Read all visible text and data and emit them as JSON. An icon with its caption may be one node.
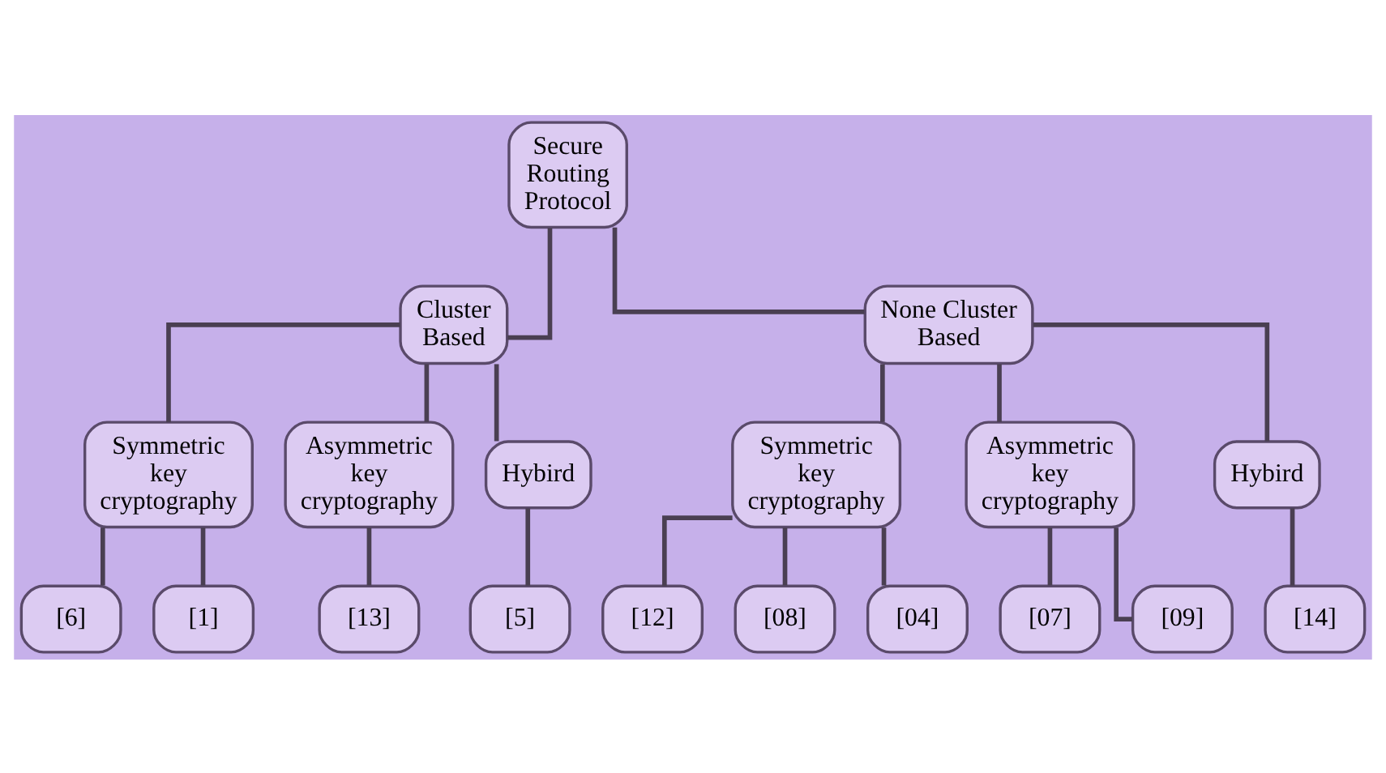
{
  "diagram": {
    "nodes": [
      {
        "text": [
          "Secure Routing Protocol"
        ]
      },
      {
        "text": [
          "Cluster Based"
        ]
      },
      {
        "text": [
          "None Cluster Based"
        ]
      },
      {
        "text": [
          "Symmetric key cryptography"
        ]
      },
      {
        "text": [
          "Asymmetric key cryptography"
        ]
      },
      {
        "text": [
          "Hybird"
        ]
      },
      {
        "text": [
          "Symmetric key cryptography"
        ]
      },
      {
        "text": [
          "Asymmetric key cryptography"
        ]
      },
      {
        "text": [
          "Hybird"
        ]
      },
      {
        "text": [
          "[6]"
        ]
      },
      {
        "text": [
          "[1]"
        ]
      },
      {
        "text": [
          "[13]"
        ]
      },
      {
        "text": [
          "[5]"
        ]
      },
      {
        "text": [
          "[12]"
        ]
      },
      {
        "text": [
          "[08]"
        ]
      },
      {
        "text": [
          "[04]"
        ]
      },
      {
        "text": [
          "[07]"
        ]
      },
      {
        "text": [
          "[09]"
        ]
      },
      {
        "text": [
          "[14]"
        ]
      }
    ],
    "edges": [
      {
        "from": 0,
        "to": 1,
        "arrow": "none"
      },
      {
        "from": 0,
        "to": 2,
        "arrow": "none"
      },
      {
        "from": 1,
        "to": 3,
        "arrow": "none"
      },
      {
        "from": 1,
        "to": 4,
        "arrow": "none"
      },
      {
        "from": 1,
        "to": 5,
        "arrow": "none"
      },
      {
        "from": 2,
        "to": 6,
        "arrow": "none"
      },
      {
        "from": 2,
        "to": 7,
        "arrow": "none"
      },
      {
        "from": 2,
        "to": 8,
        "arrow": "none"
      },
      {
        "from": 3,
        "to": 9,
        "arrow": "none"
      },
      {
        "from": 3,
        "to": 10,
        "arrow": "none"
      },
      {
        "from": 4,
        "to": 11,
        "arrow": "none"
      },
      {
        "from": 5,
        "to": 12,
        "arrow": "none"
      },
      {
        "from": 6,
        "to": 13,
        "arrow": "none"
      },
      {
        "from": 6,
        "to": 14,
        "arrow": "none"
      },
      {
        "from": 6,
        "to": 15,
        "arrow": "none"
      },
      {
        "from": 7,
        "to": 16,
        "arrow": "none"
      },
      {
        "from": 7,
        "to": 17,
        "arrow": "none"
      },
      {
        "from": 8,
        "to": 18,
        "arrow": "none"
      }
    ]
  }
}
